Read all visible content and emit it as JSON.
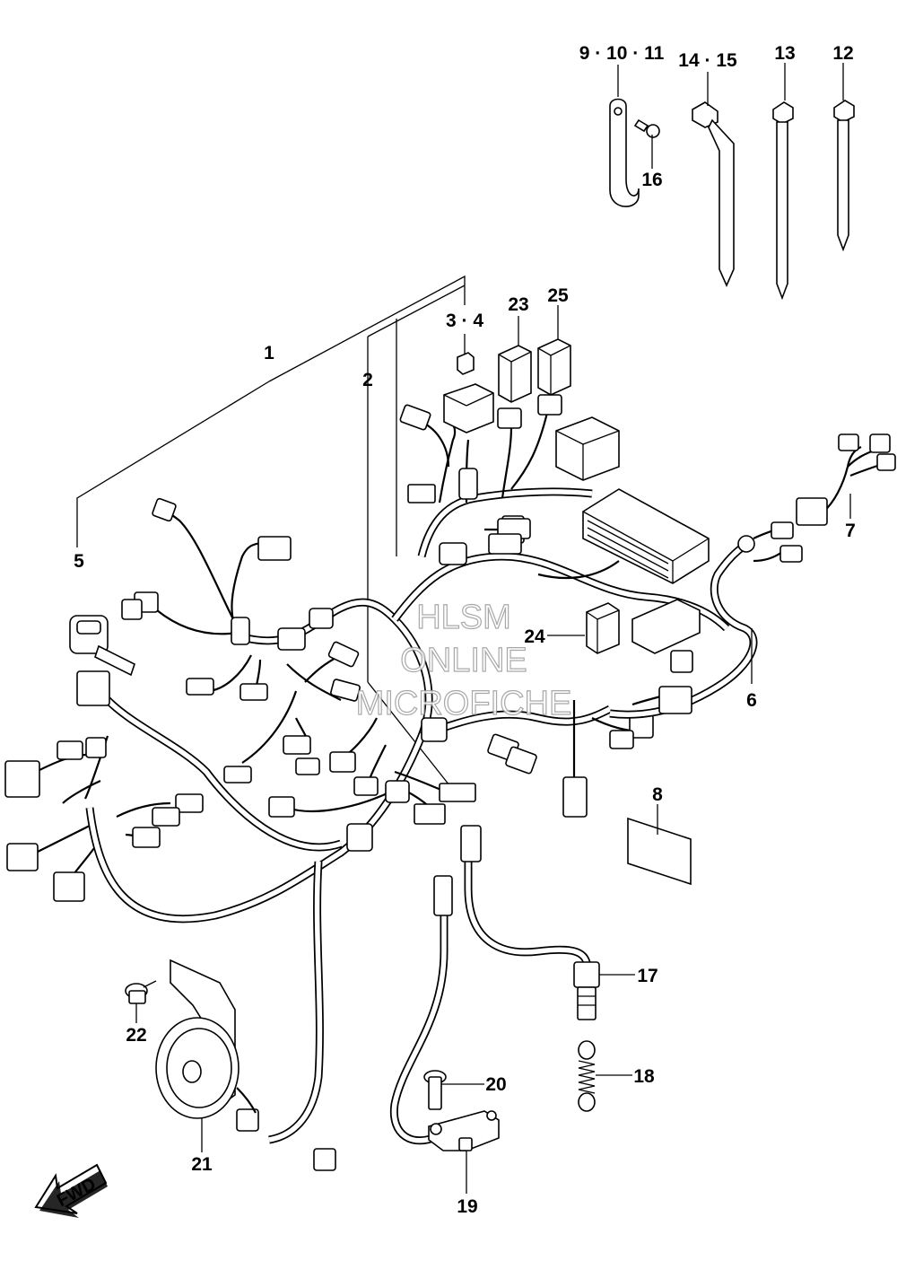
{
  "callouts": [
    {
      "id": "c1",
      "text": "1"
    },
    {
      "id": "c2",
      "text": "2"
    },
    {
      "id": "c3",
      "text": "3 · 4"
    },
    {
      "id": "c5",
      "text": "5"
    },
    {
      "id": "c6",
      "text": "6"
    },
    {
      "id": "c7",
      "text": "7"
    },
    {
      "id": "c8",
      "text": "8"
    },
    {
      "id": "c9",
      "text": "9 · 10 · 11"
    },
    {
      "id": "c12",
      "text": "12"
    },
    {
      "id": "c13",
      "text": "13"
    },
    {
      "id": "c14",
      "text": "14 · 15"
    },
    {
      "id": "c16",
      "text": "16"
    },
    {
      "id": "c17",
      "text": "17"
    },
    {
      "id": "c18",
      "text": "18"
    },
    {
      "id": "c19",
      "text": "19"
    },
    {
      "id": "c20",
      "text": "20"
    },
    {
      "id": "c21",
      "text": "21"
    },
    {
      "id": "c22",
      "text": "22"
    },
    {
      "id": "c23",
      "text": "23"
    },
    {
      "id": "c24",
      "text": "24"
    },
    {
      "id": "c25",
      "text": "25"
    }
  ],
  "watermark": {
    "line1": "HLSM",
    "line2": "ONLINE",
    "line3": "MICROFICHE"
  },
  "fwd_badge": "FWD"
}
